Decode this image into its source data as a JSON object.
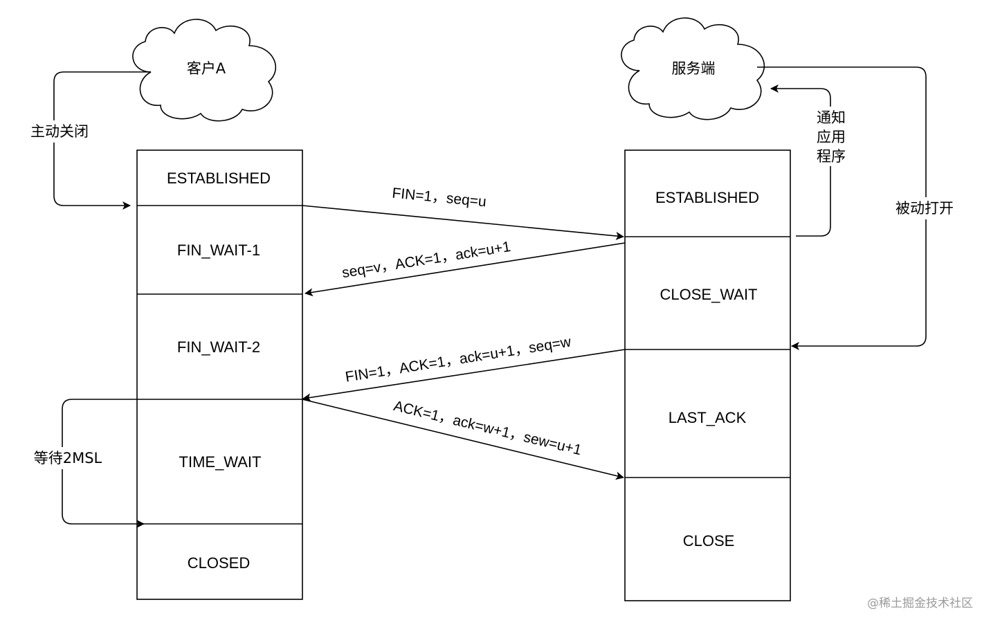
{
  "client": {
    "name": "客户A",
    "action_label": "主动关闭",
    "states": [
      "ESTABLISHED",
      "FIN_WAIT-1",
      "FIN_WAIT-2",
      "TIME_WAIT",
      "CLOSED"
    ],
    "wait_label": "等待2MSL"
  },
  "server": {
    "name": "服务端",
    "notify_label": [
      "通知",
      "应用",
      "程序"
    ],
    "passive_label": "被动打开",
    "states": [
      "ESTABLISHED",
      "CLOSE_WAIT",
      "LAST_ACK",
      "CLOSE"
    ]
  },
  "messages": [
    "FIN=1，seq=u",
    "seq=v，ACK=1，ack=u+1",
    "FIN=1，ACK=1，ack=u+1，seq=w",
    "ACK=1，ack=w+1，sew=u+1"
  ],
  "watermark": "@稀土掘金技术社区"
}
